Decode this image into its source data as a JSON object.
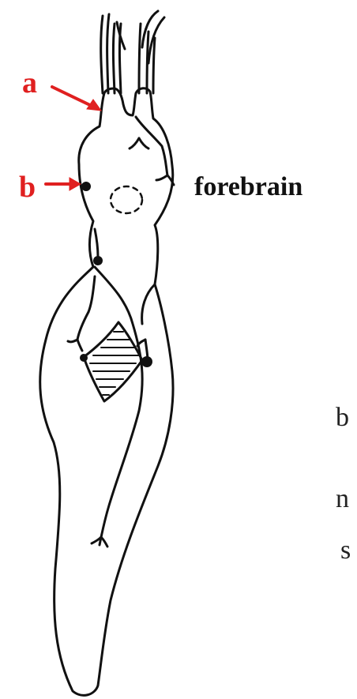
{
  "labels": {
    "a": "a",
    "b": "b",
    "forebrain": "forebrain"
  },
  "edge_text": {
    "line1": "b",
    "line2": "n",
    "line3": "s"
  },
  "colors": {
    "annotation": "#e02020",
    "ink": "#111111"
  }
}
